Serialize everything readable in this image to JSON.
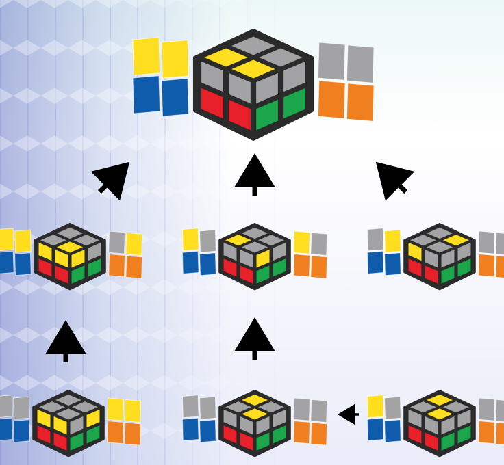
{
  "colors": {
    "yellow": "#ffdd1f",
    "blue": "#0f5cad",
    "orange": "#f07f1f",
    "gray": "#a3a3a5",
    "red": "#e8202a",
    "green": "#1ca64c",
    "cube_body": "#2b2b2b",
    "arrow": "#000000"
  },
  "cubes": [
    {
      "name": "solved-cube",
      "top": [
        "gray",
        "gray",
        "yellow",
        "yellow"
      ],
      "left_flaps": [
        "yellow",
        "yellow",
        "blue",
        "blue"
      ],
      "right_flaps": [
        "gray",
        "gray",
        "orange",
        "orange"
      ]
    },
    {
      "name": "cube-left-mid",
      "top": [
        "gray",
        "gray",
        "gray",
        "yellow"
      ],
      "left_flaps": [
        "yellow",
        "yellow",
        "blue",
        "blue"
      ],
      "right_flaps": [
        "gray",
        "yellow",
        "orange",
        "orange"
      ]
    },
    {
      "name": "cube-center-mid",
      "top": [
        "gray",
        "gray",
        "yellow",
        "gray"
      ],
      "left_flaps": [
        "yellow",
        "gray",
        "blue",
        "blue"
      ],
      "right_flaps": [
        "yellow",
        "gray",
        "orange",
        "orange"
      ]
    },
    {
      "name": "cube-right-mid",
      "top": [
        "gray",
        "yellow",
        "gray",
        "gray"
      ],
      "left_flaps": [
        "gray",
        "yellow",
        "blue",
        "blue"
      ],
      "right_flaps": [
        "gray",
        "gray",
        "orange",
        "orange"
      ]
    },
    {
      "name": "cube-left-bottom",
      "top": [
        "gray",
        "gray",
        "gray",
        "gray"
      ],
      "left_flaps": [
        "gray",
        "gray",
        "blue",
        "blue"
      ],
      "right_flaps": [
        "yellow",
        "yellow",
        "orange",
        "orange"
      ]
    },
    {
      "name": "cube-center-bottom",
      "top": [
        "yellow",
        "gray",
        "gray",
        "yellow"
      ],
      "left_flaps": [
        "gray",
        "gray",
        "blue",
        "blue"
      ],
      "right_flaps": [
        "gray",
        "gray",
        "orange",
        "orange"
      ]
    },
    {
      "name": "cube-right-bottom",
      "top": [
        "yellow",
        "gray",
        "gray",
        "yellow"
      ],
      "left_flaps": [
        "yellow",
        "gray",
        "blue",
        "blue"
      ],
      "right_flaps": [
        "gray",
        "gray",
        "orange",
        "orange"
      ]
    }
  ],
  "arrows": [
    {
      "name": "arrow-left-to-top",
      "direction": "up-right"
    },
    {
      "name": "arrow-center-to-top",
      "direction": "up"
    },
    {
      "name": "arrow-right-to-top",
      "direction": "up-left"
    },
    {
      "name": "arrow-left-bottom-to-mid",
      "direction": "up"
    },
    {
      "name": "arrow-center-bottom-to-mid",
      "direction": "up"
    },
    {
      "name": "arrow-right-bottom-to-center-bottom",
      "direction": "left"
    }
  ]
}
